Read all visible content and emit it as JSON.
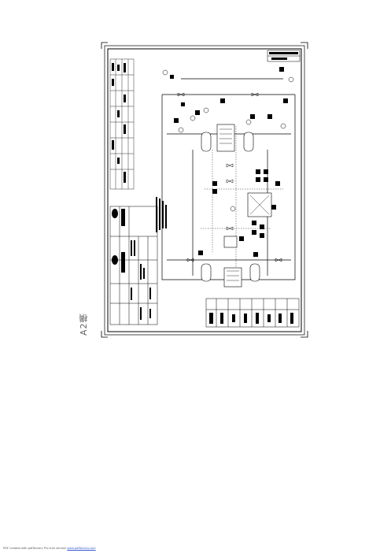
{
  "sheet_mark": "A2横",
  "footer": {
    "text": "PDF created with pdfFactory Pro trial version ",
    "link": "www.pdffactory.com"
  }
}
